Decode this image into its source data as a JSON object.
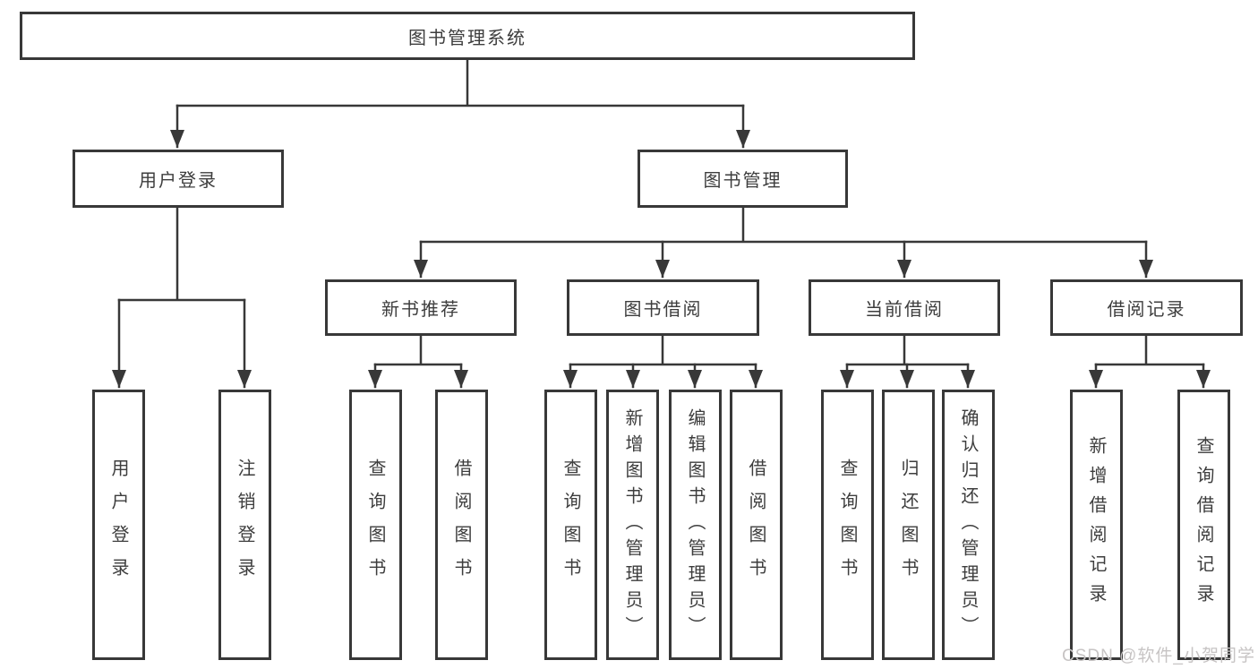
{
  "diagram_type": "hierarchy-structure-chart",
  "watermark": "CSDN @软件_小贺同学",
  "colors": {
    "background": "#ffffff",
    "box_border": "#383838",
    "line": "#383838",
    "text": "#3d3d3d",
    "watermark": "#c7c4c4"
  },
  "tree": {
    "label": "图书管理系统",
    "children": [
      {
        "label": "用户登录",
        "children": [
          {
            "label": "用户登录"
          },
          {
            "label": "注销登录"
          }
        ]
      },
      {
        "label": "图书管理",
        "children": [
          {
            "label": "新书推荐",
            "children": [
              {
                "label": "查询图书"
              },
              {
                "label": "借阅图书"
              }
            ]
          },
          {
            "label": "图书借阅",
            "children": [
              {
                "label": "查询图书"
              },
              {
                "label": "新增图书（管理员）"
              },
              {
                "label": "编辑图书（管理员）"
              },
              {
                "label": "借阅图书"
              }
            ]
          },
          {
            "label": "当前借阅",
            "children": [
              {
                "label": "查询图书"
              },
              {
                "label": "归还图书"
              },
              {
                "label": "确认归还（管理员）"
              }
            ]
          },
          {
            "label": "借阅记录",
            "children": [
              {
                "label": "新增借阅记录"
              },
              {
                "label": "查询借阅记录"
              }
            ]
          }
        ]
      }
    ]
  }
}
